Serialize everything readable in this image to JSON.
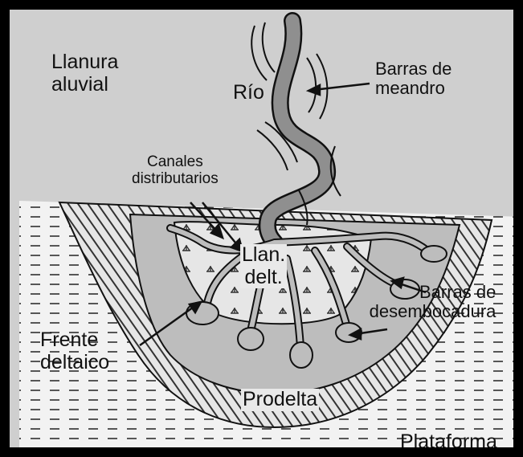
{
  "labels": {
    "llanura_aluvial": [
      "Llanura",
      "aluvial"
    ],
    "rio": "Río",
    "barras_meandro": [
      "Barras de",
      "meandro"
    ],
    "canales": [
      "Canales",
      "distributarios"
    ],
    "llan_delt": [
      "Llan.",
      "delt."
    ],
    "barras_desembocadura": [
      "Barras de",
      "desembocadura"
    ],
    "frente_deltaico": [
      "Frente",
      "deltaico"
    ],
    "prodelta": "Prodelta",
    "plataforma": "Plataforma"
  },
  "colors": {
    "background": "#cfcfcf",
    "river": "#8f8f8f",
    "delta_plain": "#bdbdbd",
    "hatch": "#333333",
    "border": "#000000"
  }
}
